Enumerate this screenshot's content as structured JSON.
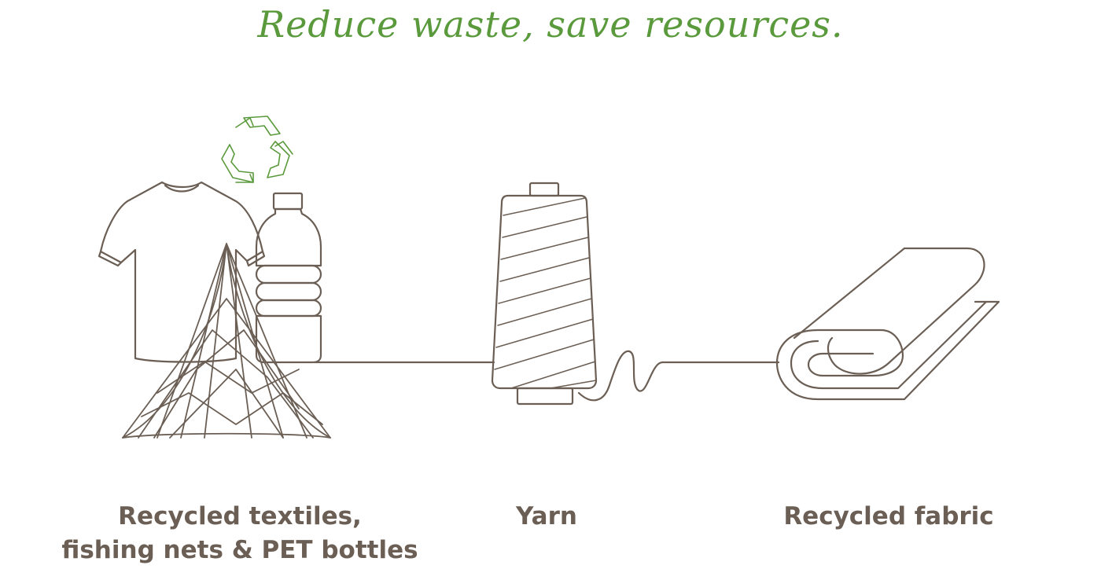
{
  "headline": "Reduce waste, save resources.",
  "colors": {
    "headline": "#5a9a3c",
    "stroke": "#6b5f55",
    "recycle": "#5a9a3c",
    "caption": "#6b5f55"
  },
  "stages": [
    {
      "icon": "tshirt-net-bottle-icon",
      "caption_lines": [
        "Recycled textiles,",
        "fishing nets & PET bottles"
      ]
    },
    {
      "icon": "yarn-spool-icon",
      "caption_lines": [
        "Yarn"
      ]
    },
    {
      "icon": "fabric-roll-icon",
      "caption_lines": [
        "Recycled fabric"
      ]
    }
  ],
  "decor_icon": "recycle-icon"
}
